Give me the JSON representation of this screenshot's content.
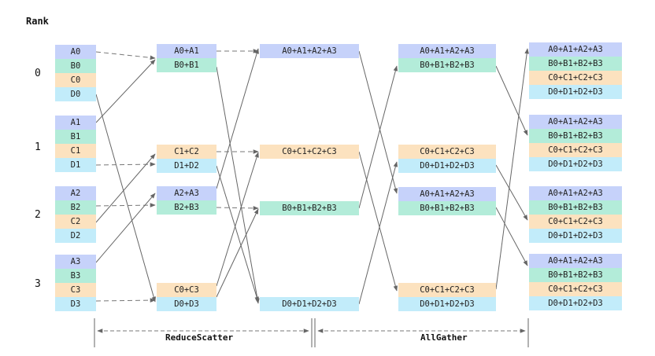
{
  "colors": {
    "A": "#c6d2fa",
    "B": "#b3ecd9",
    "C": "#fce2bf",
    "D": "#c2ecfa",
    "line": "#666666",
    "dash": "#777777"
  },
  "labels": {
    "rank_title": "Rank",
    "ranks": [
      "0",
      "1",
      "2",
      "3"
    ],
    "reduce_scatter": "ReduceScatter",
    "all_gather": "AllGather"
  },
  "input": {
    "ranks": [
      [
        "A0",
        "B0",
        "C0",
        "D0"
      ],
      [
        "A1",
        "B1",
        "C1",
        "D1"
      ],
      [
        "A2",
        "B2",
        "C2",
        "D2"
      ],
      [
        "A3",
        "B3",
        "C3",
        "D3"
      ]
    ]
  },
  "step1": {
    "ranks": [
      [
        "A0+A1",
        "B0+B1"
      ],
      [
        "C1+C2",
        "D1+D2"
      ],
      [
        "A2+A3",
        "B2+B3"
      ],
      [
        "C0+C3",
        "D0+D3"
      ]
    ]
  },
  "step2": {
    "ranks": [
      "A0+A1+A2+A3",
      "C0+C1+C2+C3",
      "B0+B1+B2+B3",
      "D0+D1+D2+D3"
    ]
  },
  "step3": {
    "ranks": [
      [
        "A0+A1+A2+A3",
        "B0+B1+B2+B3"
      ],
      [
        "C0+C1+C2+C3",
        "D0+D1+D2+D3"
      ],
      [
        "A0+A1+A2+A3",
        "B0+B1+B2+B3"
      ],
      [
        "C0+C1+C2+C3",
        "D0+D1+D2+D3"
      ]
    ]
  },
  "output": {
    "ranks": [
      [
        "A0+A1+A2+A3",
        "B0+B1+B2+B3",
        "C0+C1+C2+C3",
        "D0+D1+D2+D3"
      ],
      [
        "A0+A1+A2+A3",
        "B0+B1+B2+B3",
        "C0+C1+C2+C3",
        "D0+D1+D2+D3"
      ],
      [
        "A0+A1+A2+A3",
        "B0+B1+B2+B3",
        "C0+C1+C2+C3",
        "D0+D1+D2+D3"
      ],
      [
        "A0+A1+A2+A3",
        "B0+B1+B2+B3",
        "C0+C1+C2+C3",
        "D0+D1+D2+D3"
      ]
    ]
  }
}
